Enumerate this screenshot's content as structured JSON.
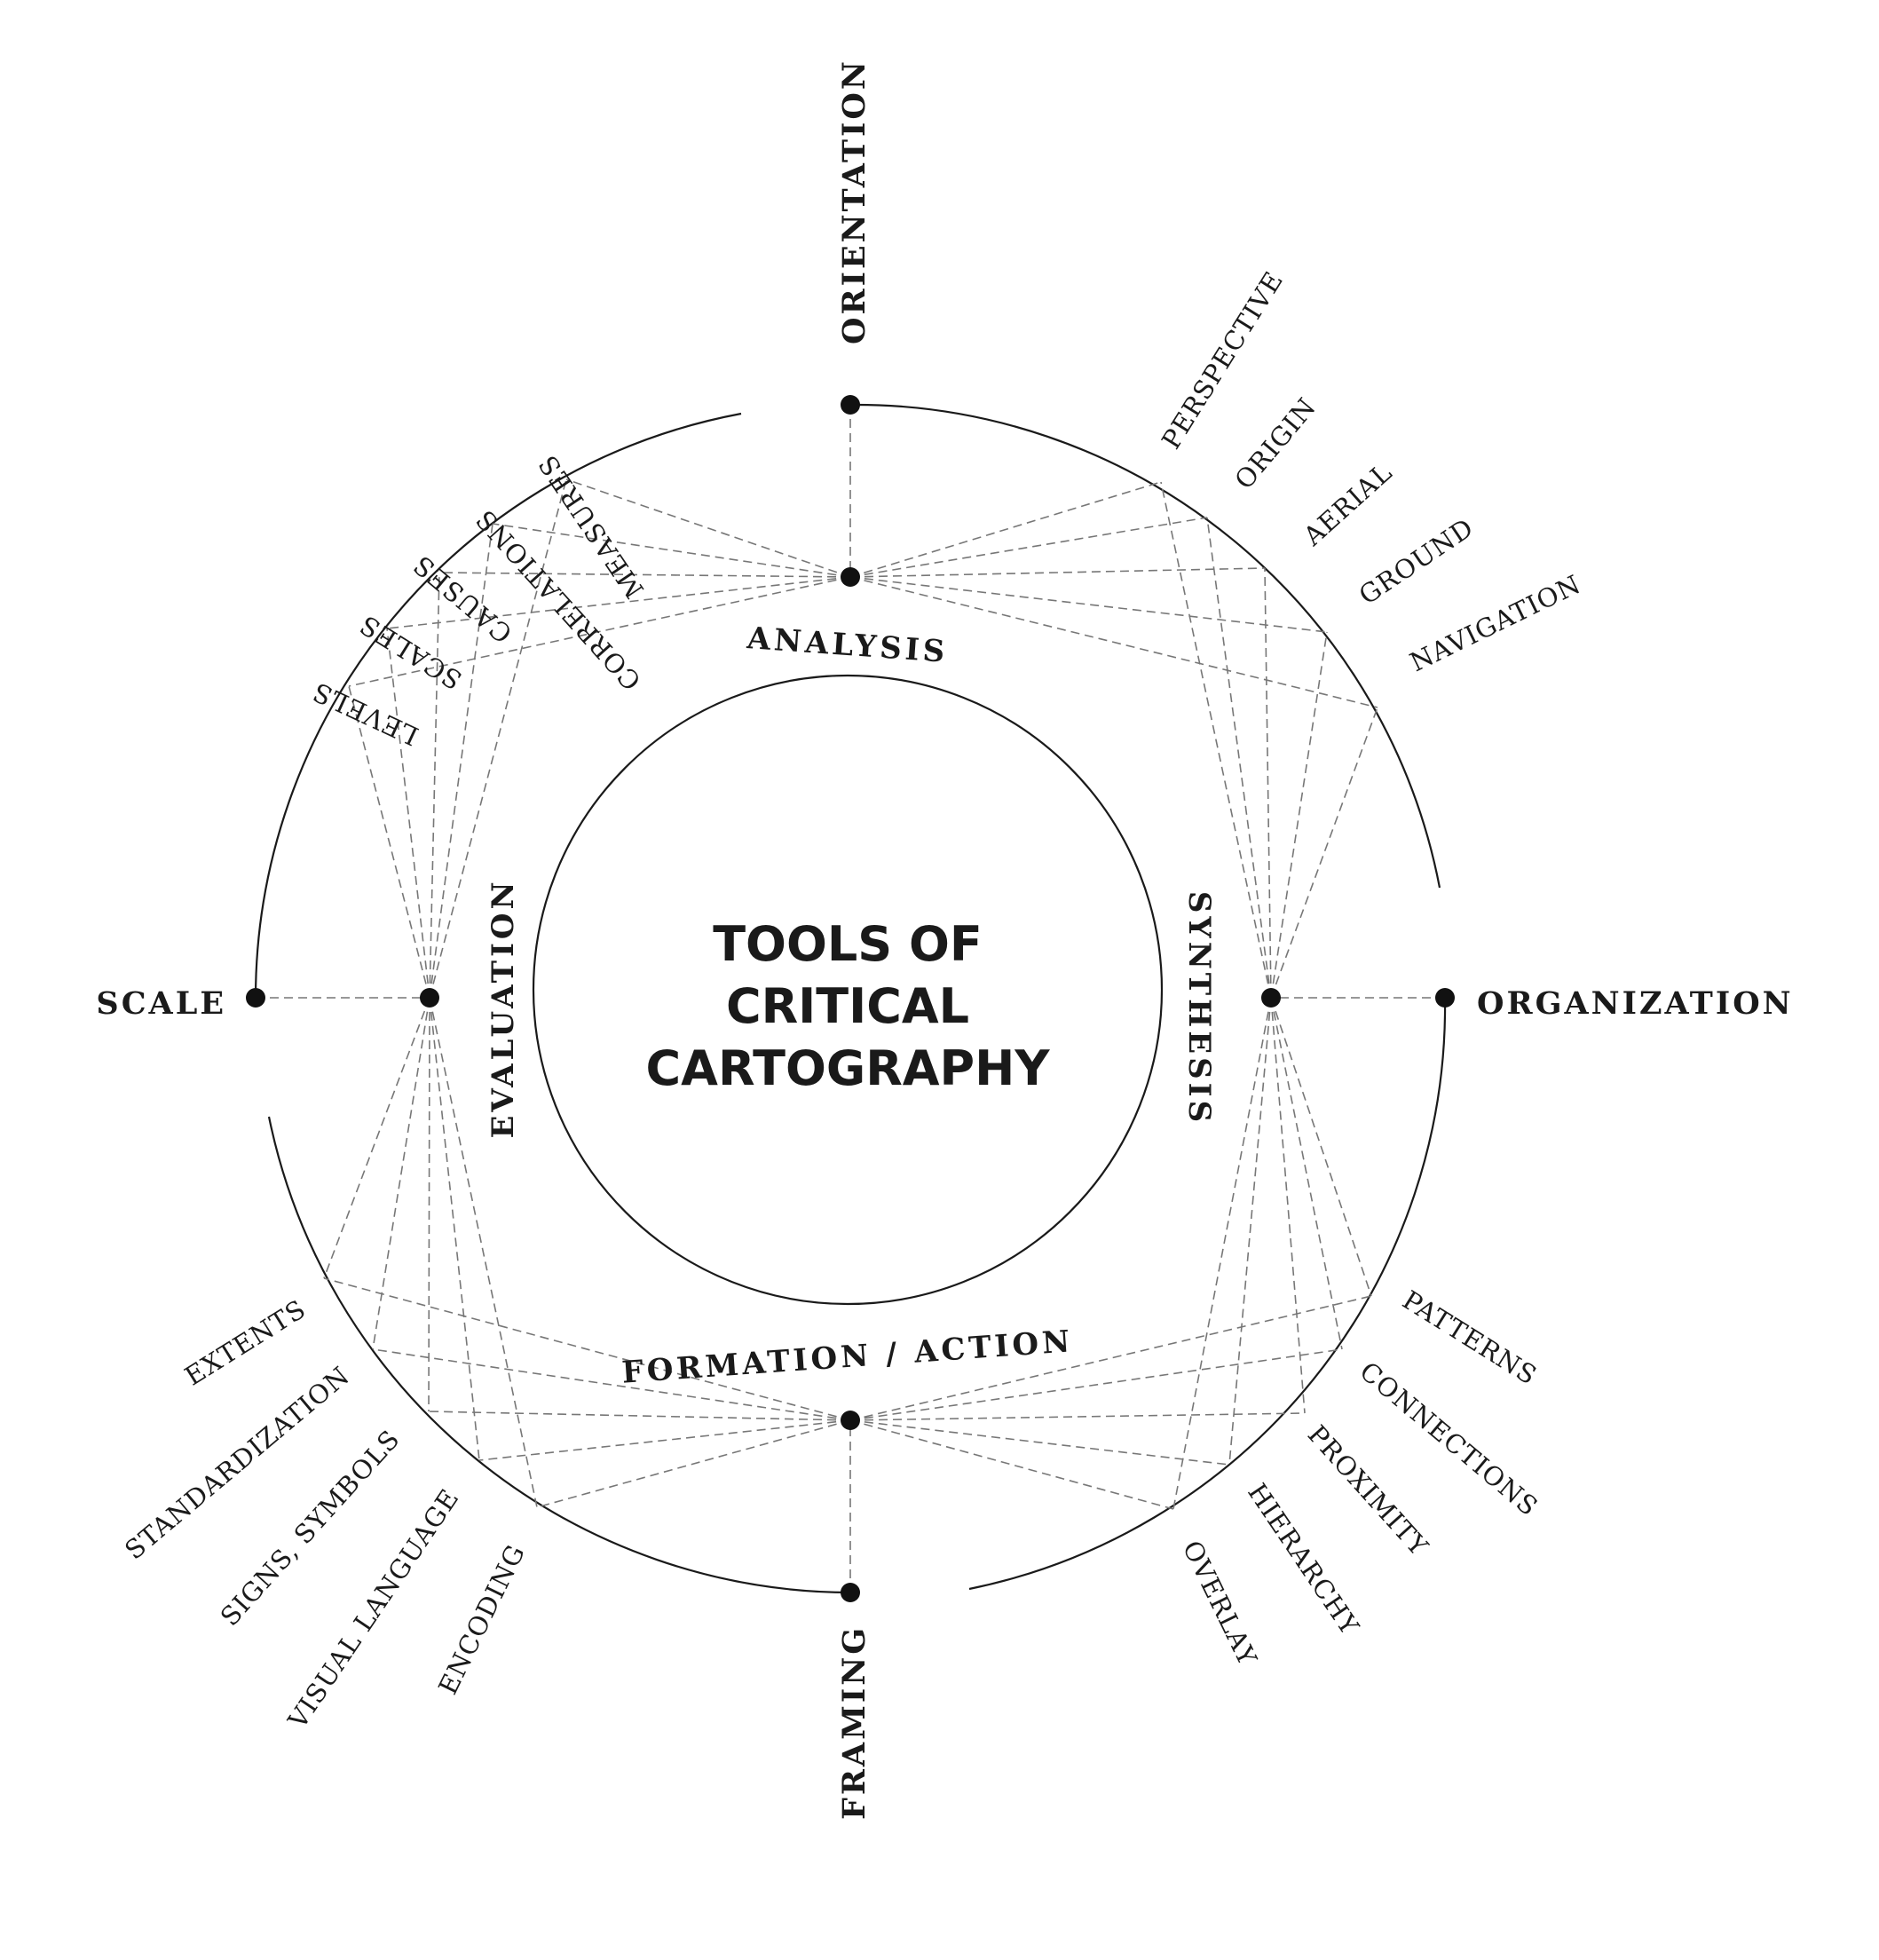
{
  "title": {
    "lines": [
      "TOOLS OF",
      "CRITICAL",
      "CARTOGRAPHY"
    ]
  },
  "axes": {
    "top": "ORIENTATION",
    "right": "ORGANIZATION",
    "bottom": "FRAMING",
    "left": "SCALE"
  },
  "ring_labels": {
    "top": "ANALYSIS",
    "right": "SYNTHESIS",
    "bottom": "FORMATION / ACTION",
    "left": "EVALUATION"
  },
  "groups": {
    "upper_left": [
      "MEASURES",
      "CORRELATIONS",
      "CAUSES",
      "SCALES",
      "LEVELS"
    ],
    "upper_right": [
      "PERSPECTIVE",
      "ORIGIN",
      "AERIAL",
      "GROUND",
      "NAVIGATION"
    ],
    "lower_right": [
      "PATTERNS",
      "CONNECTIONS",
      "PROXIMITY",
      "HIERARCHY",
      "OVERLAY"
    ],
    "lower_left": [
      "EXTENTS",
      "STANDARDIZATION",
      "SIGNS, SYMBOLS",
      "VISUAL LANGUAGE",
      "ENCODING"
    ]
  }
}
